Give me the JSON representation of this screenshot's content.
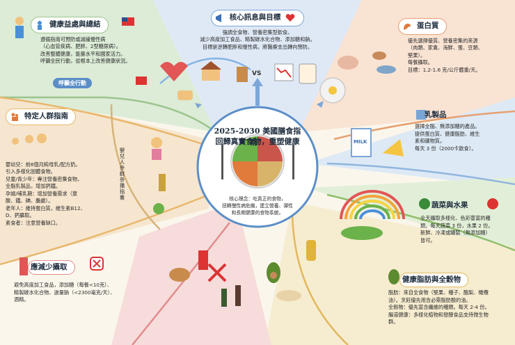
{
  "center": {
    "title_line1": "2025-2030 美國膳食指南：",
    "title_line2": "回歸真實食物，重塑健康",
    "core_lines": [
      "核心理念：吃真正的食物，",
      "扭轉慢性病危機，建立營養、彈性",
      "和長期健康的食物系統。"
    ]
  },
  "top_panel": {
    "title": "核心訊息與目標",
    "lines": [
      "強調全食物、營養密集型飲食。",
      "減少高度加工食品、精製碳水化合物、添加糖和鈉。",
      "目標是逆轉肥胖和慢性病，將醫療支出轉向預防。"
    ],
    "vs": "VS"
  },
  "health_panel": {
    "title": "健康益處與總結",
    "lines": [
      "遵循指南可預防或減緩慢性病",
      "（心血管疾病、肥胖、2型糖尿病）。",
      "改善整體健康，能量水平和國家活力。",
      "呼籲全民行動，從根本上改善健康狀況。"
    ],
    "call": "呼籲全行動"
  },
  "protein_panel": {
    "title": "蛋白質",
    "lines": [
      "優先選擇優質、營養密集的來源",
      "（肉類、家禽、海鮮、蛋、豆類、",
      "堅果）。",
      "每餐攝取。",
      "目標：1.2-1.6 克/公斤體重/天。"
    ]
  },
  "dairy_panel": {
    "title": "乳製品",
    "lines": [
      "選擇全脂、無添加糖的產品。",
      "提供蛋白質、健康脂肪、維生",
      "素和礦物質。",
      "每天 3 份（2000卡飲食）。"
    ],
    "milk": "MILK"
  },
  "veg_panel": {
    "title": "蔬菜與水果",
    "lines": [
      "全天攝取多樣化、色彩豐富的種",
      "類。每天蔬菜 3 份，水果 2 份。",
      "新鮮、冷凍或罐裝（無添加糖）",
      "皆可。"
    ]
  },
  "fat_panel": {
    "title": "健康脂肪與全穀物",
    "lines": [
      "脂肪：來自全食物（堅果、種子、酪梨、橄欖",
      "油）。烹飪優先用含必需脂肪酸的油。",
      "全穀物：優先富含纖維的種類。每天 2-4 份。",
      "腸道健康：多樣化植物和發酵食品支持微生物",
      "群。"
    ]
  },
  "reduce_panel": {
    "title": "應減少攝取",
    "lines": [
      "避免高度加工食品，添加糖（每餐<10克）、",
      "精製碳水化合物、過量鈉（<2300毫克/天）、",
      "酒精。"
    ]
  },
  "groups_panel": {
    "title": "特定人群指南",
    "lines": [
      "嬰幼兒：前6個月純母乳/配方奶。",
      "引入多樣化固體食物。",
      "兒童/青少年：專注營養密集食物，",
      "全脂乳製品，增加鈣鐵。",
      "孕婦/哺乳期：增加營養需求（葉",
      "酸、鐵、碘、膽鹼）。",
      "老年人：維持蛋白質，維生素B12、",
      "D、鈣攝取。",
      "素食者：注意營養缺口。"
    ],
    "vertical": "嬰兒人參群參播指養"
  },
  "colors": {
    "top": "#dfe9f6",
    "health": "#dcecd7",
    "protein": "#f9e3d3",
    "dairy": "#dde9f5",
    "veg": "#e2efd8",
    "fat": "#f6ecd0",
    "reduce": "#f7dcdc",
    "groups": "#f6e6cf",
    "center_bg": "#ffffff"
  }
}
